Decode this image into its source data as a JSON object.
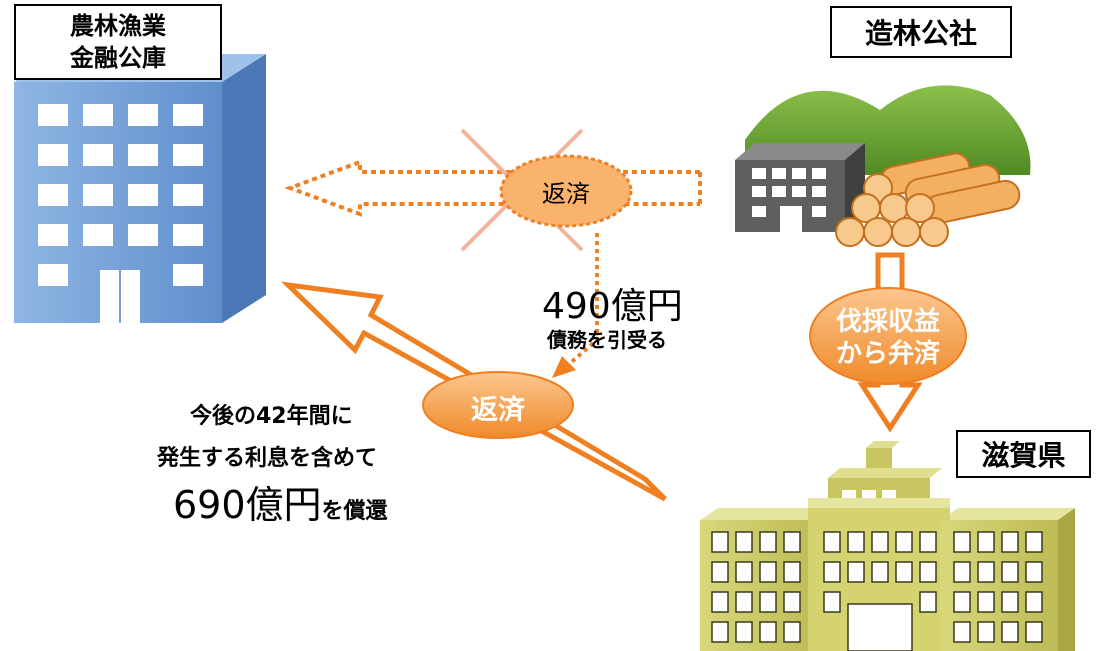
{
  "labels": {
    "lender": "農林漁業\n金融公庫",
    "corp": "造林公社",
    "prefecture": "滋賀県"
  },
  "bubbles": {
    "cancelled_repay": "返済",
    "repay": "返済",
    "harvest_repay": "伐採収益\nから弁済"
  },
  "amount_assumed": {
    "amount": "490億円",
    "note": "債務を引受る"
  },
  "repayment_note": {
    "line1": "今後の42年間に",
    "line2": "発生する利息を含めて",
    "amount": "690億円",
    "suffix": "を償還"
  },
  "colors": {
    "accent_orange": "#f07f21",
    "bubble_fill": "#f9b36d",
    "building_blue": "#6f9fd6",
    "building_yellow": "#cdcc68",
    "hill_green": "#69a92f",
    "log_fill": "#f3b061",
    "gray_building": "#595959"
  }
}
